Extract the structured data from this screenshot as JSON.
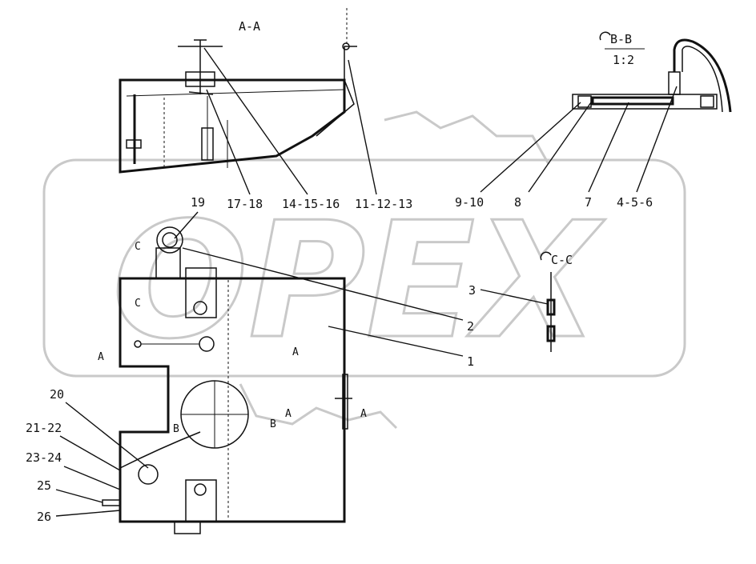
{
  "watermark": "OPEX",
  "sections": {
    "aa": "A-A",
    "bb": "B-B",
    "bb_scale": "1:2",
    "cc": "C-C"
  },
  "callouts": {
    "p1": "1",
    "p2": "2",
    "p3": "3",
    "p4_6": "4-5-6",
    "p7": "7",
    "p8": "8",
    "p9_10": "9-10",
    "p11_13": "11-12-13",
    "p14_16": "14-15-16",
    "p17_18": "17-18",
    "p19": "19",
    "p20": "20",
    "p21_22": "21-22",
    "p23_24": "23-24",
    "p25": "25",
    "p26": "26"
  },
  "cut_marks": {
    "a": "A",
    "b": "B",
    "c": "C"
  }
}
